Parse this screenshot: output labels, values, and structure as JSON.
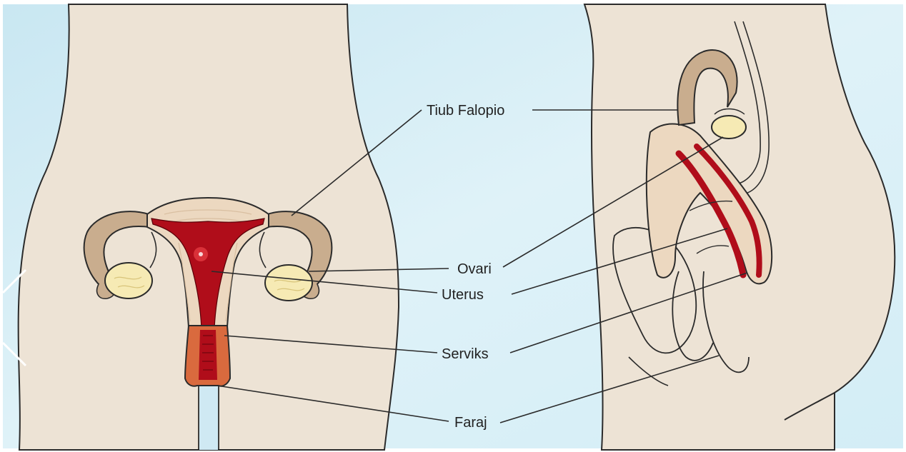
{
  "diagram": {
    "labels": {
      "tiub_falopio": "Tiub Falopio",
      "ovari": "Ovari",
      "uterus": "Uterus",
      "serviks": "Serviks",
      "faraj": "Faraj"
    },
    "colors": {
      "background": "#dcf0f7",
      "skin": "#ede3d5",
      "outline": "#2b2b2b",
      "tissue": "#ecd8c0",
      "tube": "#c9ad8e",
      "uterine_cavity": "#b00d1a",
      "ovary": "#f6eab4",
      "cervix": "#d96a3e"
    }
  }
}
